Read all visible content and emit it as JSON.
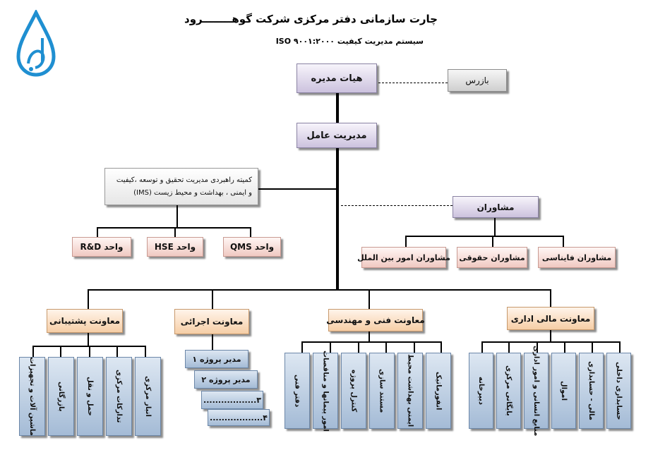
{
  "header": {
    "title": "چارت سازمانی دفتر مرکزی شرکت گوهــــــــرود",
    "subtitle": "سیستم مدیریت کیفیت  ISO ۹۰۰۱:۲۰۰۰"
  },
  "nodes": {
    "board": "هیات مدیره",
    "inspector": "بازرس",
    "ceo": "مدیریت عامل",
    "committee": "کمیته راهبردی مدیریت تحقیق و توسعه ،کیفیت و ایمنی ، بهداشت و محیط زیست (IMS)",
    "unit_rd": "واحد R&D",
    "unit_hse": "واحد HSE",
    "unit_qms": "واحد QMS",
    "advisors": "مشاوران",
    "advisor_intl": "مشاوران امور بین الملل",
    "advisor_legal": "مشاوران حقوقی",
    "advisor_finance": "مشاوران فایناسی",
    "dept_support": "معاونت پشتیبانی",
    "dept_exec": "معاونت اجرائی",
    "dept_tech": "معاونت فنی و مهندسی",
    "dept_finance": "معاونت مالی اداری"
  },
  "support_units": [
    "ماشین آلات و تجهیزات",
    "بازرگانی",
    "حمل و نقل",
    "تدارکات مرکزی",
    "انبار مرکزی"
  ],
  "project_managers": [
    "مدیر پروژه ۱",
    "مدیر پروژه ۲",
    "۳..................",
    "۴.................."
  ],
  "tech_units": [
    "دفتر فنی",
    "امور پیمانها و مناقصات",
    "کنترل پروژه",
    "مستند سازی",
    "ایمنی بهداشت محیط",
    "انفورماتیک"
  ],
  "finance_units": [
    "دبیرخانه",
    "بایگانی مرکزی",
    "منابع انسانی و امور اداری",
    "اموال",
    "مالی - حسابداری",
    "حسابداری داخلی"
  ],
  "logo": {
    "icon": "water-drop-logo-icon",
    "color": "#1f8fd1"
  }
}
